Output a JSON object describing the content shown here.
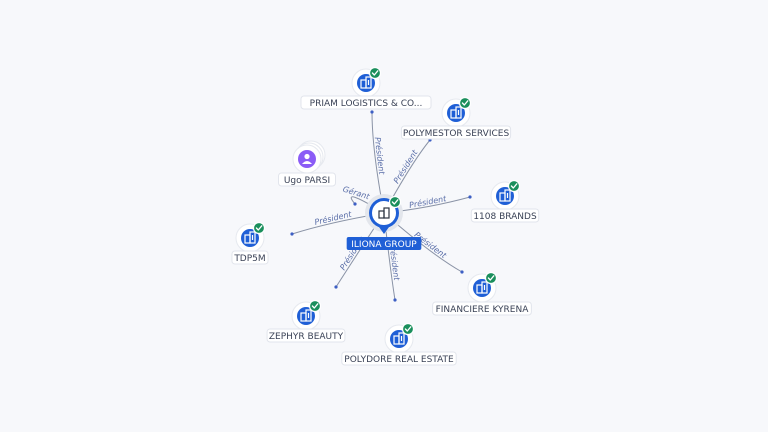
{
  "center": {
    "label": "ILIONA GROUP",
    "icon": "company-icon",
    "verified": true
  },
  "nodes": [
    {
      "id": "priam",
      "label": "PRIAM LOGISTICS & CO...",
      "icon": "company-icon",
      "verified": true,
      "edge_label": "Président"
    },
    {
      "id": "polymestor",
      "label": "POLYMESTOR SERVICES",
      "icon": "company-icon",
      "verified": true,
      "edge_label": "Président"
    },
    {
      "id": "brands",
      "label": "1108 BRANDS",
      "icon": "company-icon",
      "verified": true,
      "edge_label": "Président"
    },
    {
      "id": "kyrena",
      "label": "FINANCIERE KYRENA",
      "icon": "company-icon",
      "verified": true,
      "edge_label": "Président"
    },
    {
      "id": "polydore",
      "label": "POLYDORE REAL ESTATE",
      "icon": "company-icon",
      "verified": true,
      "edge_label": "Président"
    },
    {
      "id": "zephyr",
      "label": "ZEPHYR BEAUTY",
      "icon": "company-icon",
      "verified": true,
      "edge_label": "Président"
    },
    {
      "id": "tdp5m",
      "label": "TDP5M",
      "icon": "company-icon",
      "verified": true,
      "edge_label": "Président"
    },
    {
      "id": "ugo",
      "label": "Ugo PARSI",
      "icon": "person-icon",
      "verified": false,
      "edge_label": "Gérant"
    }
  ],
  "colors": {
    "company": "#1f5fd6",
    "person": "#8b5cf6",
    "verified": "#1a8f5c",
    "edge_label": "#5a6ea8"
  }
}
